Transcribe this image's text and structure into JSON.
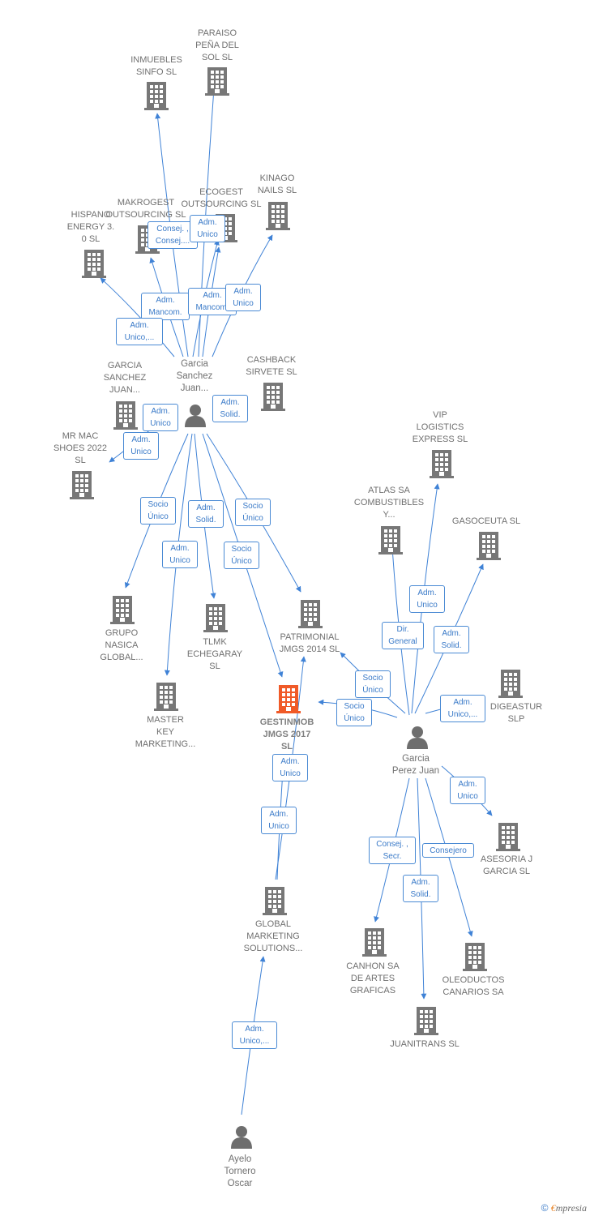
{
  "colors": {
    "edge": "#3f82d6",
    "building": "#777777",
    "center_building": "#f05a28",
    "person": "#6e6e6e"
  },
  "companies": [
    {
      "id": "inmuebles",
      "name": "INMUEBLES\nSINFO  SL"
    },
    {
      "id": "paraiso",
      "name": "PARAISO\nPEÑA DEL\nSOL  SL"
    },
    {
      "id": "kinago",
      "name": "KINAGO\nNAILS  SL"
    },
    {
      "id": "ecogest",
      "name": "ECOGEST\nOUTSOURCING SL"
    },
    {
      "id": "makrogest",
      "name": "MAKROGEST\nOUTSOURCING SL"
    },
    {
      "id": "hispano",
      "name": "HISPANO\nENERGY 3.\n0  SL"
    },
    {
      "id": "cashback",
      "name": "CASHBACK\nSIRVETE SL"
    },
    {
      "id": "garcia_juan_co",
      "name": "GARCIA\nSANCHEZ\nJUAN..."
    },
    {
      "id": "mrmac",
      "name": "MR MAC\nSHOES 2022\nSL"
    },
    {
      "id": "grupo",
      "name": "GRUPO\nNASICA\nGLOBAL..."
    },
    {
      "id": "tlmk",
      "name": "TLMK\nECHEGARAY\nSL"
    },
    {
      "id": "master",
      "name": "MASTER\nKEY\nMARKETING..."
    },
    {
      "id": "patrimonial",
      "name": "PATRIMONIAL\nJMGS 2014  SL"
    },
    {
      "id": "gestinmob",
      "name": "GESTINMOB\nJMGS 2017\nSL",
      "center": true
    },
    {
      "id": "vip",
      "name": "VIP\nLOGISTICS\nEXPRESS SL"
    },
    {
      "id": "atlas",
      "name": "ATLAS SA\nCOMBUSTIBLES\nY..."
    },
    {
      "id": "gasoceuta",
      "name": "GASOCEUTA SL"
    },
    {
      "id": "digeastur",
      "name": "DIGEASTUR\nSLP"
    },
    {
      "id": "asesoria",
      "name": "ASESORIA J\nGARCIA  SL"
    },
    {
      "id": "canhon",
      "name": "CANHON SA\nDE ARTES\nGRAFICAS"
    },
    {
      "id": "oleoductos",
      "name": "OLEODUCTOS\nCANARIOS SA"
    },
    {
      "id": "juanitrans",
      "name": "JUANITRANS SL"
    },
    {
      "id": "global",
      "name": "GLOBAL\nMARKETING\nSOLUTIONS..."
    }
  ],
  "persons": [
    {
      "id": "garcia_sanchez",
      "name": "Garcia\nSanchez\nJuan..."
    },
    {
      "id": "garcia_perez",
      "name": "Garcia\nPerez Juan"
    },
    {
      "id": "ayelo",
      "name": "Ayelo\nTornero\nOscar"
    }
  ],
  "roles": [
    "Consej. ,\nConsej....",
    "Adm.\nUnico",
    "Adm.\nMancom.",
    "Adm.\nMancom.",
    "Adm.\nUnico",
    "Adm.\nUnico,...",
    "Adm.\nSolid.",
    "Adm.\nUnico",
    "Adm.\nUnico",
    "Socio\nÚnico",
    "Adm.\nSolid.",
    "Socio\nÚnico",
    "Adm.\nUnico",
    "Socio\nÚnico",
    "Adm.\nUnico",
    "Adm.\nUnico",
    "Adm.\nUnico",
    "Dir.\nGeneral",
    "Adm.\nSolid.",
    "Socio\nÚnico",
    "Socio\nÚnico",
    "Adm.\nUnico,...",
    "Adm.\nUnico",
    "Consej. ,\nSecr.",
    "Consejero",
    "Adm.\nSolid.",
    "Adm.\nUnico,..."
  ],
  "footer": {
    "copyright": "©",
    "brand_first": "€",
    "brand_rest": "mpresia"
  }
}
